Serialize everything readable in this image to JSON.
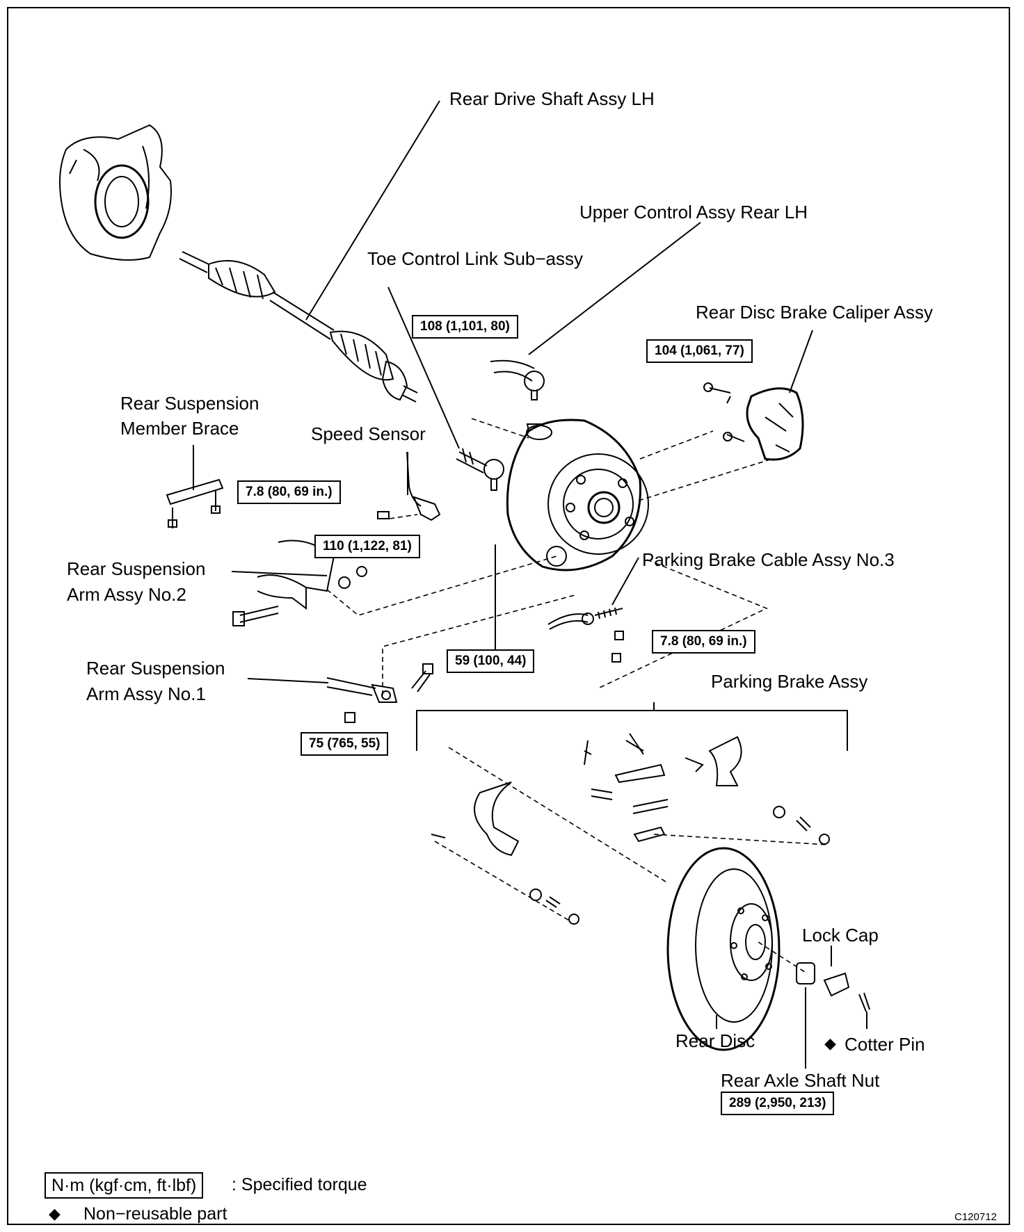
{
  "labels": {
    "rear_drive_shaft": "Rear Drive Shaft Assy LH",
    "upper_control": "Upper Control Assy Rear LH",
    "toe_control": "Toe Control Link Sub−assy",
    "caliper": "Rear Disc Brake Caliper Assy",
    "member_brace_1": "Rear Suspension",
    "member_brace_2": "Member Brace",
    "speed_sensor": "Speed Sensor",
    "arm_no2_1": "Rear Suspension",
    "arm_no2_2": "Arm Assy No.2",
    "parking_cable": "Parking Brake Cable Assy No.3",
    "arm_no1_1": "Rear Suspension",
    "arm_no1_2": "Arm Assy No.1",
    "parking_brake": "Parking Brake Assy",
    "lock_cap": "Lock Cap",
    "rear_disc": "Rear Disc",
    "cotter_pin": "Cotter Pin",
    "axle_nut": "Rear Axle Shaft Nut"
  },
  "torques": {
    "t108": "108 (1,101, 80)",
    "t104": "104 (1,061, 77)",
    "t7_8a": "7.8 (80, 69 in.)",
    "t110": "110 (1,122, 81)",
    "t59": "59 (100, 44)",
    "t7_8b": "7.8 (80,  69 in.)",
    "t75": "75 (765, 55)",
    "t289": "289 (2,950, 213)"
  },
  "legend": {
    "unit_box": "N·m (kgf·cm, ft·lbf)",
    "unit_text": ": Specified torque",
    "nonreusable_symbol": "◆",
    "nonreusable_text": "Non−reusable part"
  },
  "cotter_symbol": "◆",
  "figure_code": "C120712"
}
